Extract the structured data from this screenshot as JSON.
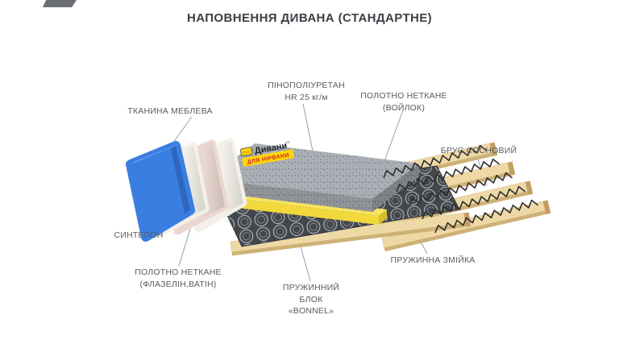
{
  "title": "НАПОВНЕННЯ ДИВАНА (СТАНДАРТНЕ)",
  "brand": {
    "name": "Дивани",
    "tm": "ТМ",
    "tagline": "ДЛЯ НІРВАНИ"
  },
  "labels": {
    "fabric": "ТКАНИНА МЕБЛЕВА",
    "foam": "ПІНОПОЛІУРЕТАН\nHR 25 кг/м",
    "felt": "ПОЛОТНО НЕТКАНЕ\n(ВОЙЛОК)",
    "pine": "БРУС СОСНОВИЙ",
    "sintepon": "СИНТЕПОН",
    "flazelin": "ПОЛОТНО НЕТКАНЕ\n(ФЛАЗЕЛІН,ВАТІН)",
    "bonnel": "ПРУЖИННИЙ\nБЛОК\n«BONNEL»",
    "zigzag": "ПРУЖИННА ЗМІЙКА"
  },
  "colors": {
    "fabric_blue": "#3A7EE2",
    "sintepon_white": "#F3F0E9",
    "flazelin_pink": "#EAD8D0",
    "foam_base_yellow": "#F2D83A",
    "foam_gray": "#ABB0B6",
    "spring_block_dark": "#43464B",
    "wood_tan": "#EED9A6",
    "brand_yellow": "#FFD60A",
    "brand_red": "#D3222A",
    "label_gray": "#585B60"
  }
}
